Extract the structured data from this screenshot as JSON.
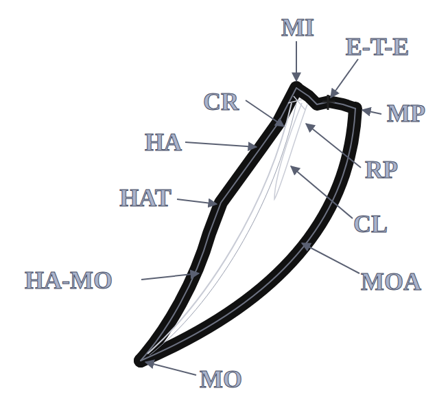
{
  "diagram": {
    "labels": [
      "MI",
      "E-T-E",
      "CR",
      "MP",
      "HA",
      "RP",
      "HAT",
      "CL",
      "HA-MO",
      "MOA",
      "MO"
    ]
  }
}
